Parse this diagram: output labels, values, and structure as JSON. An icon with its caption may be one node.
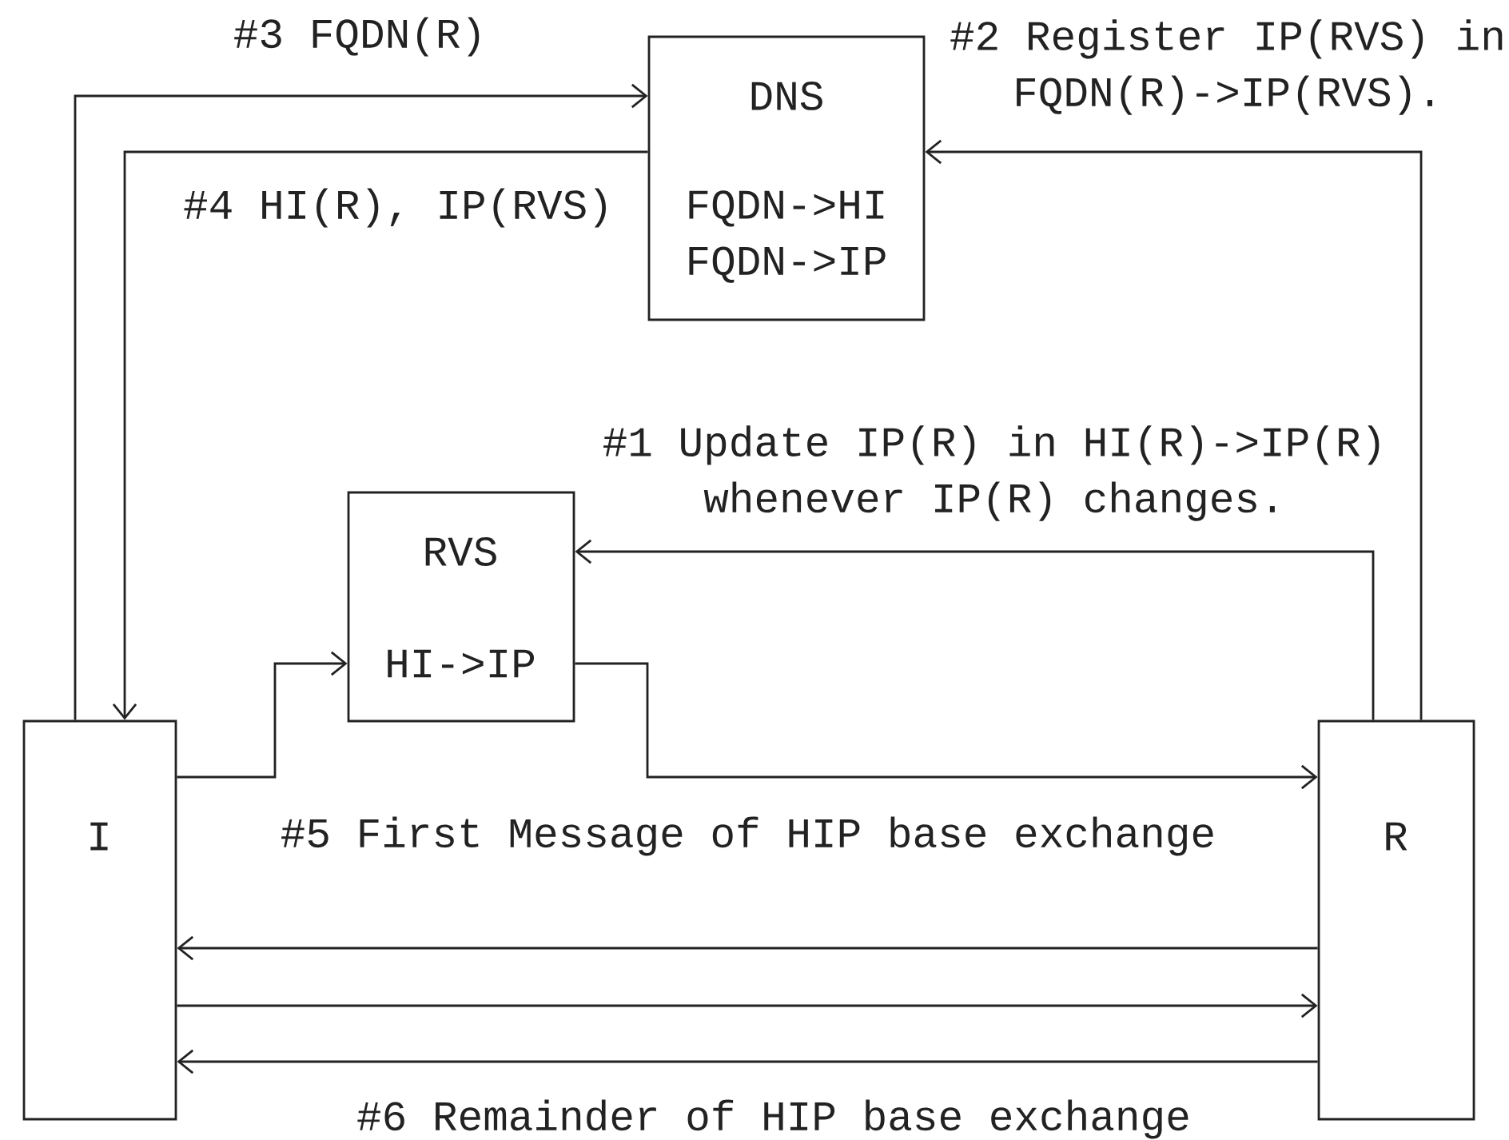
{
  "diagram": {
    "nodes": [
      {
        "text": [
          "DNS",
          "FQDN->HI FQDN->IP"
        ]
      },
      {
        "text": [
          "RVS",
          "HI->IP"
        ]
      },
      {
        "text": [
          "I"
        ]
      },
      {
        "text": [
          "R"
        ]
      }
    ],
    "edges": [
      {
        "from": 2,
        "to": 0,
        "arrow": "to",
        "label": "#3 FQDN(R)"
      },
      {
        "from": 0,
        "to": 2,
        "arrow": "to",
        "label": "#4 HI(R), IP(RVS)"
      },
      {
        "from": 3,
        "to": 0,
        "arrow": "to",
        "label": "#2 Register IP(RVS) in FQDN(R)->IP(RVS)."
      },
      {
        "from": 3,
        "to": 1,
        "arrow": "to",
        "label": "#1 Update IP(R) in HI(R)->IP(R) whenever IP(R) changes."
      },
      {
        "from": 2,
        "to": 1,
        "arrow": "to"
      },
      {
        "from": 1,
        "to": 3,
        "arrow": "to",
        "label": "#5 First Message of HIP base exchange"
      },
      {
        "from": 3,
        "to": 2,
        "arrow": "to"
      },
      {
        "from": 2,
        "to": 3,
        "arrow": "to"
      },
      {
        "from": 3,
        "to": 2,
        "arrow": "to"
      }
    ],
    "labels": [
      "#6 Remainder of HIP base exchange"
    ]
  }
}
